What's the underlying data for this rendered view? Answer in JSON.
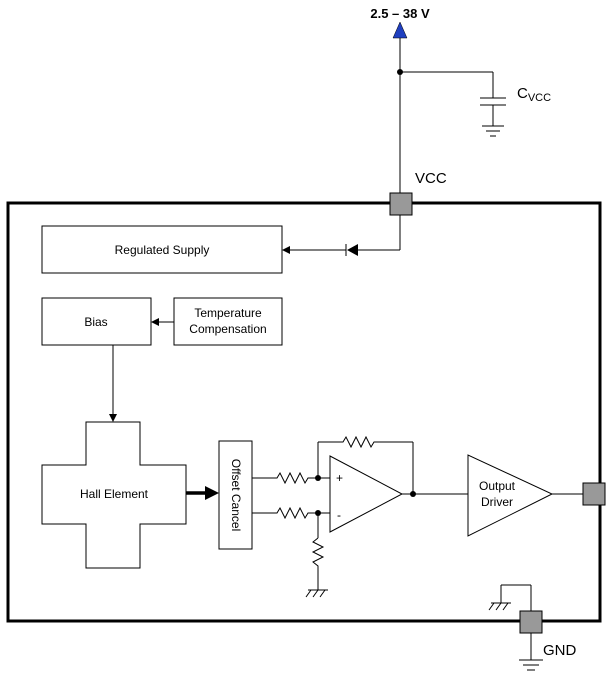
{
  "supply_voltage": "2.5 – 38 V",
  "capacitor": {
    "main": "C",
    "sub": "VCC"
  },
  "pins": {
    "vcc": "VCC",
    "gnd": "GND"
  },
  "blocks": {
    "regulated_supply": "Regulated Supply",
    "bias": "Bias",
    "temp_comp_line1": "Temperature",
    "temp_comp_line2": "Compensation",
    "hall_element": "Hall Element",
    "offset_cancel": "Offset Cancel",
    "output_driver_line1": "Output",
    "output_driver_line2": "Driver"
  },
  "opamp": {
    "plus": "+",
    "minus": "-"
  },
  "colors": {
    "supply_arrow": "#1f3fbf",
    "pin_fill": "#999999"
  }
}
